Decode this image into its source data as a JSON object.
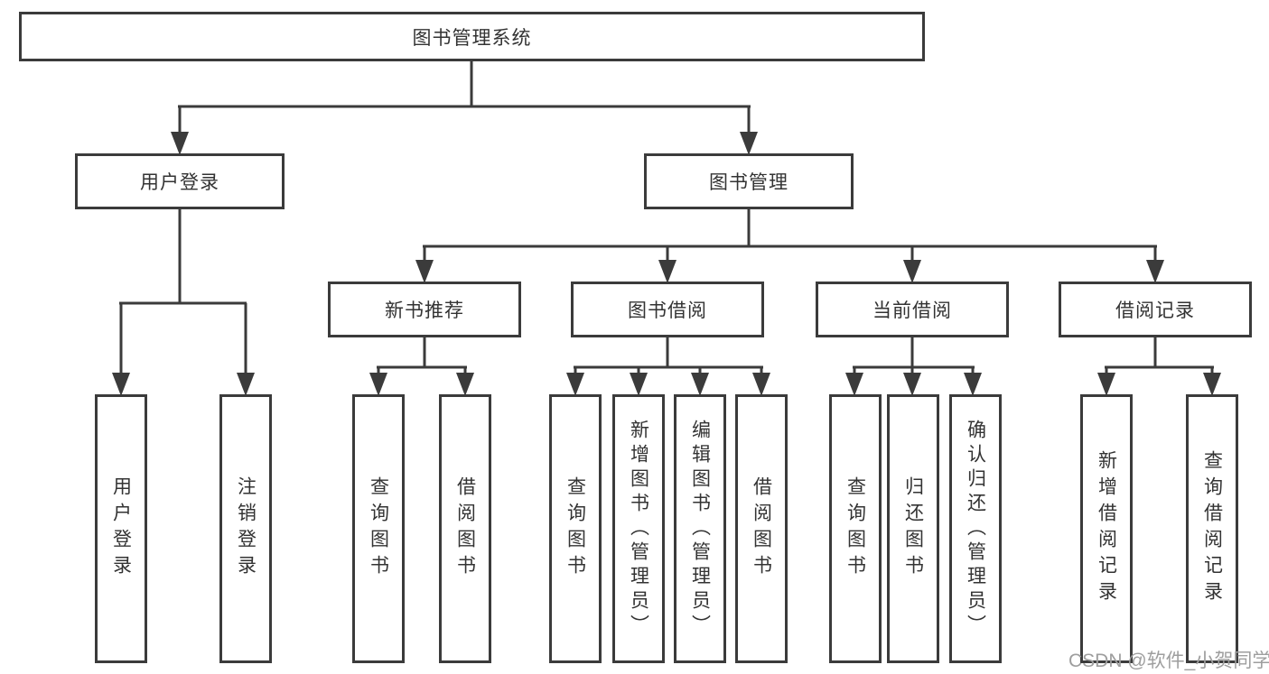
{
  "diagram": {
    "root": {
      "label": "图书管理系统"
    },
    "branches": {
      "user_login": {
        "label": "用户登录",
        "leaves": {
          "login": {
            "label": "用户登录"
          },
          "logout": {
            "label": "注销登录"
          }
        }
      },
      "book_mgmt": {
        "label": "图书管理",
        "sections": {
          "new_book": {
            "label": "新书推荐",
            "leaves": {
              "query": {
                "label": "查询图书"
              },
              "borrow": {
                "label": "借阅图书"
              }
            }
          },
          "borrowing": {
            "label": "图书借阅",
            "leaves": {
              "query": {
                "label": "查询图书"
              },
              "add": {
                "label": "新增图书（管理员）"
              },
              "edit": {
                "label": "编辑图书（管理员）"
              },
              "borrow": {
                "label": "借阅图书"
              }
            }
          },
          "current": {
            "label": "当前借阅",
            "leaves": {
              "query": {
                "label": "查询图书"
              },
              "return": {
                "label": "归还图书"
              },
              "confirm": {
                "label": "确认归还（管理员）"
              }
            }
          },
          "records": {
            "label": "借阅记录",
            "leaves": {
              "add": {
                "label": "新增借阅记录"
              },
              "query": {
                "label": "查询借阅记录"
              }
            }
          }
        }
      }
    }
  },
  "watermark": {
    "text": "CSDN @软件_小贺同学"
  },
  "colors": {
    "border": "#3b3b3b",
    "text": "#333333",
    "watermark": "#9e9e9e",
    "background": "#ffffff"
  }
}
